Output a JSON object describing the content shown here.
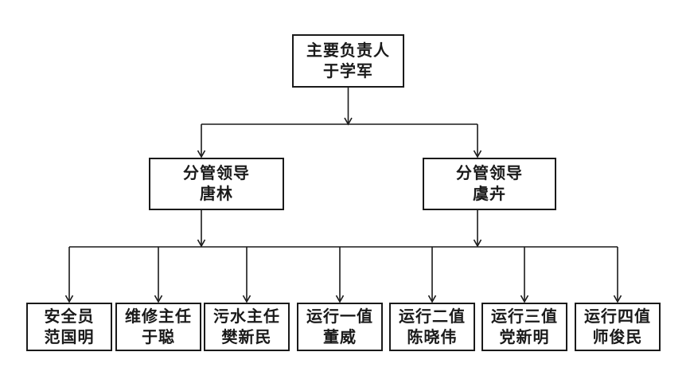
{
  "org_chart": {
    "type": "org-tree",
    "line_color": "#1a1a1a",
    "box_background": "#ffffff",
    "root": {
      "title": "主要负责人",
      "name": "于学军"
    },
    "deputies": [
      {
        "title": "分管领导",
        "name": "唐林"
      },
      {
        "title": "分管领导",
        "name": "虞卉"
      }
    ],
    "staff": [
      {
        "title": "安全员",
        "name": "范国明"
      },
      {
        "title": "维修主任",
        "name": "于聪"
      },
      {
        "title": "污水主任",
        "name": "樊新民"
      },
      {
        "title": "运行一值",
        "name": "董威"
      },
      {
        "title": "运行二值",
        "name": "陈晓伟"
      },
      {
        "title": "运行三值",
        "name": "党新明"
      },
      {
        "title": "运行四值",
        "name": "师俊民"
      }
    ]
  }
}
